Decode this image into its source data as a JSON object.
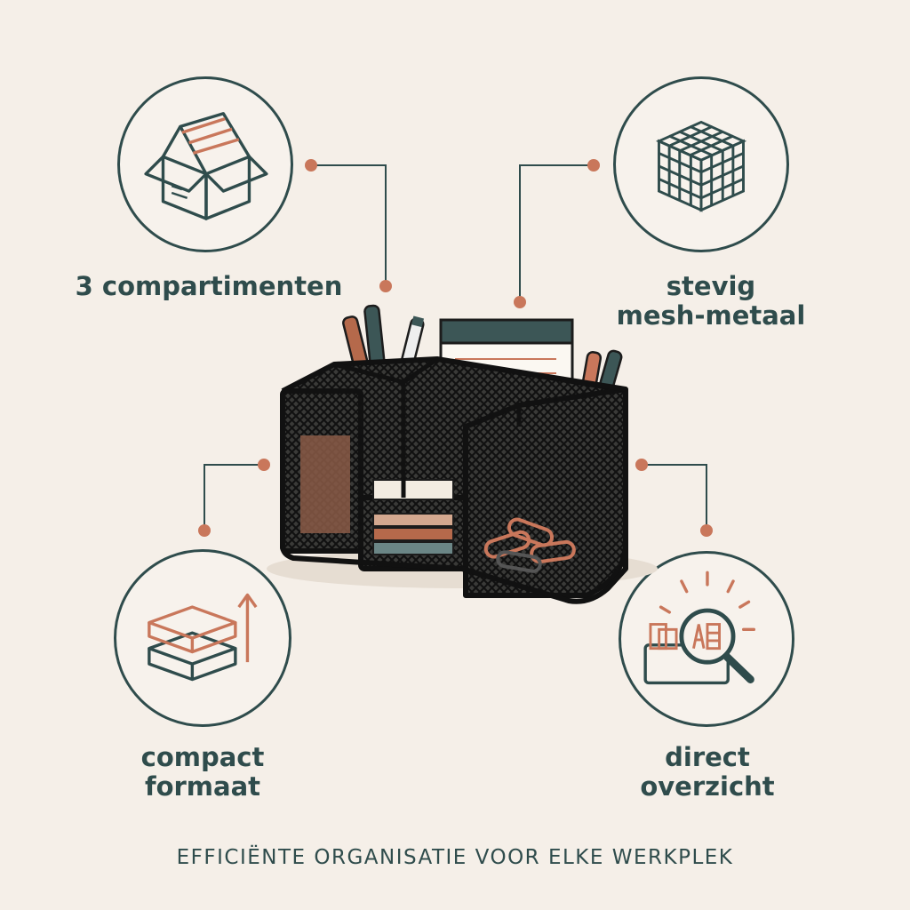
{
  "palette": {
    "background": "#f5efe8",
    "teal": "#2f4c4c",
    "copper": "#c9775b",
    "mesh": "#1c1c1c"
  },
  "features": [
    {
      "id": "compartments",
      "icon": "open-box-icon",
      "lines": [
        "3 compartimenten"
      ]
    },
    {
      "id": "mesh",
      "icon": "woven-mesh-cube-icon",
      "lines": [
        "stevig",
        "mesh-metaal"
      ]
    },
    {
      "id": "compact",
      "icon": "stacked-layers-arrow-icon",
      "lines": [
        "compact",
        "formaat"
      ]
    },
    {
      "id": "overview",
      "icon": "magnifier-organizer-icon",
      "lines": [
        "direct",
        "overzicht"
      ]
    }
  ],
  "product": {
    "icon": "mesh-desk-organizer-illustration"
  },
  "tagline": "EFFICIËNTE ORGANISATIE VOOR ELKE WERKPLEK"
}
